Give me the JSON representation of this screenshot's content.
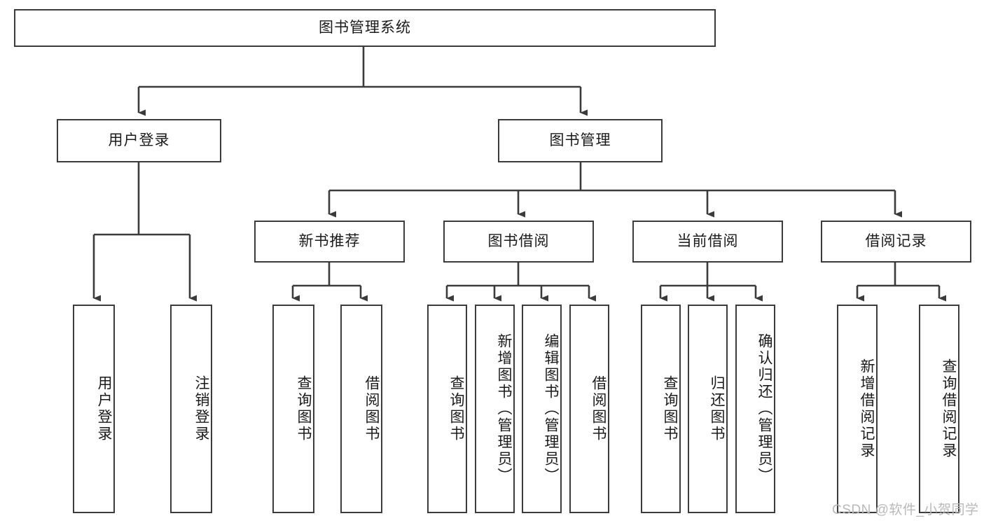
{
  "diagram": {
    "type": "tree-hierarchy-chart",
    "title": "图书管理系统",
    "root": {
      "label": "图书管理系统",
      "orientation": "horizontal"
    },
    "level2": [
      {
        "label": "用户登录",
        "orientation": "horizontal"
      },
      {
        "label": "图书管理",
        "orientation": "horizontal"
      }
    ],
    "level3": [
      {
        "label": "新书推荐",
        "orientation": "horizontal"
      },
      {
        "label": "图书借阅",
        "orientation": "horizontal"
      },
      {
        "label": "当前借阅",
        "orientation": "horizontal"
      },
      {
        "label": "借阅记录",
        "orientation": "horizontal"
      }
    ],
    "leaves": {
      "user_login": [
        {
          "label": "用户登录",
          "orientation": "vertical"
        },
        {
          "label": "注销登录",
          "orientation": "vertical"
        }
      ],
      "new_book_recommend": [
        {
          "label": "查询图书",
          "orientation": "vertical"
        },
        {
          "label": "借阅图书",
          "orientation": "vertical"
        }
      ],
      "book_borrow": [
        {
          "label": "查询图书",
          "orientation": "vertical"
        },
        {
          "label": "新增图书（管理员）",
          "orientation": "vertical"
        },
        {
          "label": "编辑图书（管理员）",
          "orientation": "vertical"
        },
        {
          "label": "借阅图书",
          "orientation": "vertical"
        }
      ],
      "current_borrow": [
        {
          "label": "查询图书",
          "orientation": "vertical"
        },
        {
          "label": "归还图书",
          "orientation": "vertical"
        },
        {
          "label": "确认归还（管理员）",
          "orientation": "vertical"
        }
      ],
      "borrow_record": [
        {
          "label": "新增借阅记录",
          "orientation": "vertical"
        },
        {
          "label": "查询借阅记录",
          "orientation": "vertical"
        }
      ]
    },
    "colors": {
      "box_border": "#3b3b3b",
      "box_fill": "#ffffff",
      "connector": "#3b3b3b",
      "text": "#1a1a1a",
      "watermark": "#b9b9b9",
      "background": "#ffffff"
    }
  },
  "watermark": {
    "text": "CSDN @软件_小贺同学"
  }
}
